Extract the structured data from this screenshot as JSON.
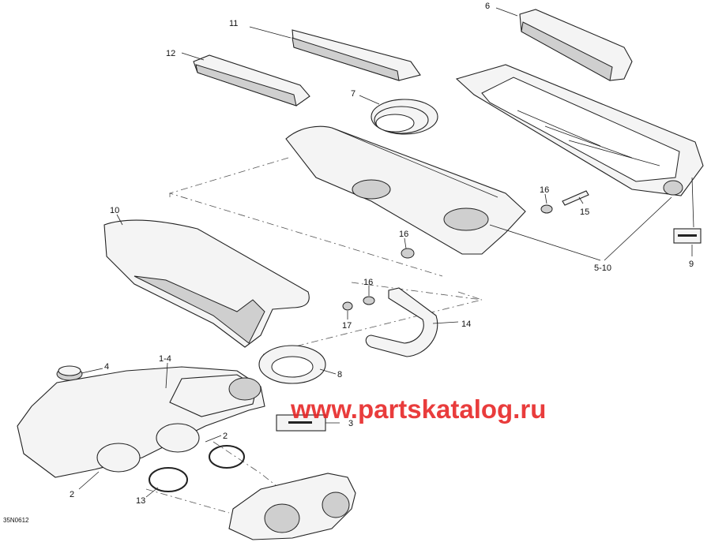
{
  "diagram": {
    "labels": [
      "1-4",
      "2",
      "2",
      "3",
      "4",
      "5-10",
      "6",
      "7",
      "8",
      "9",
      "10",
      "11",
      "12",
      "13",
      "14",
      "15",
      "16",
      "16",
      "16",
      "17"
    ],
    "code": "35N0612",
    "watermark": "www.partskatalog.ru"
  },
  "colors": {
    "watermark": "#e62222",
    "lines": "#222222"
  }
}
